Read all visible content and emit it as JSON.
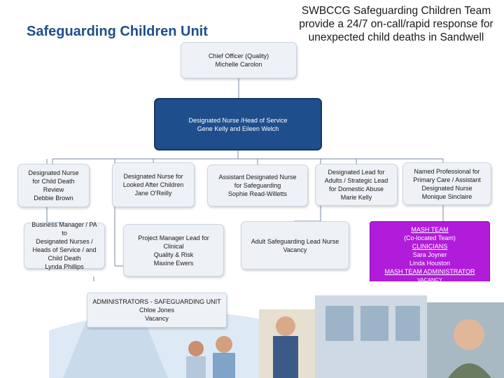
{
  "title": "Safeguarding Children Unit",
  "subtitle": "SWBCCG Safeguarding Children Team provide a 24/7 on-call/rapid response for unexpected child deaths in Sandwell",
  "boxes": {
    "chief_officer": {
      "role": "Chief Officer (Quality)",
      "name": "Michelle Carolon"
    },
    "designated_head": {
      "role": "Designated Nurse /Head of Service",
      "name": "Gene Kelly and Eileen Welch"
    },
    "child_death": {
      "line1": "Designated Nurse",
      "line2": "for Child Death",
      "line3": "Review",
      "name": "Debbie Brown"
    },
    "looked_after": {
      "line1": "Designated Nurse for",
      "line2": "Looked After Children",
      "name": "Jane O'Reilly"
    },
    "assistant_designated": {
      "line1": "Assistant Designated Nurse",
      "line2": "for Safeguarding",
      "name": "Sophie Read-Willetts"
    },
    "lead_adults": {
      "line1": "Designated Lead for",
      "line2": "Adults / Strategic Lead",
      "line3": "for Domestic Abuse",
      "name": "Marie Kelly"
    },
    "named_professional": {
      "line1": "Named Professional for",
      "line2": "Primary Care / Assistant",
      "line3": "Designated Nurse",
      "name": "Monique Sinclaire"
    },
    "business_manager": {
      "line1": "Business Manager / PA to",
      "line2": "Designated Nurses /",
      "line3": "Heads of Service / and",
      "line4": "Child Death",
      "name": "Lynda Phillips"
    },
    "project_manager": {
      "line1": "Project Manager Lead for Clinical",
      "line2": "Quality & Risk",
      "name": "Maxine Ewers"
    },
    "adult_lead_nurse": {
      "line1": "Adult Safeguarding Lead Nurse",
      "line2": "Vacancy"
    },
    "mash": {
      "title": "MASH TEAM",
      "subtitle": "(Co-located Team)",
      "clinicians": "CLINICIANS",
      "name1": "Sara Joyner",
      "name2": "Linda Houston",
      "admin": "MASH TEAM ADMINISTRATOR",
      "vacancy": "VACANCY"
    },
    "administrators": {
      "line1": "ADMINISTRATORS - SAFEGUARDING UNIT",
      "name": "Chloe Jones",
      "vacancy": "Vacancy"
    }
  },
  "colors": {
    "title": "#1f4e8c",
    "dark_box": "#1f4e8c",
    "light_box": "#eef2f7",
    "mash_box": "#b01cd9",
    "connector": "#7a8aa0"
  }
}
